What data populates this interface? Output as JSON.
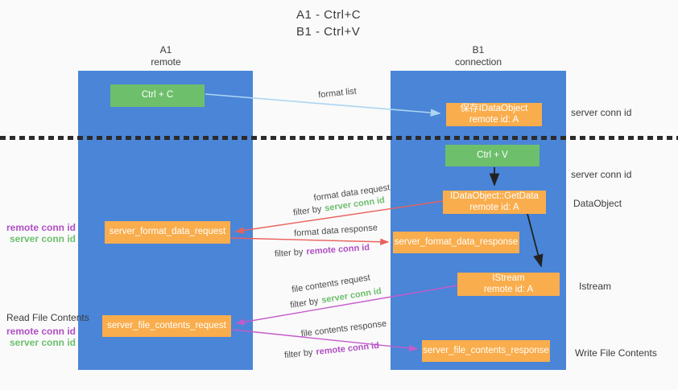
{
  "title": {
    "line1": "A1 - Ctrl+C",
    "line2": "B1 - Ctrl+V"
  },
  "lifelines": {
    "a1": {
      "name": "A1",
      "subtitle": "remote"
    },
    "b1": {
      "name": "B1",
      "subtitle": "connection"
    }
  },
  "boxes": {
    "ctrl_c": {
      "label": "Ctrl + C"
    },
    "save_dataobject": {
      "line1": "保存IDataObject",
      "line2": "remote id: A"
    },
    "ctrl_v": {
      "label": "Ctrl + V"
    },
    "getdata": {
      "line1": "IDataObject::GetData",
      "line2": "remote id: A"
    },
    "format_request": {
      "label": "server_format_data_request"
    },
    "format_response": {
      "label": "server_format_data_response"
    },
    "istream": {
      "line1": "IStream",
      "line2": "remote id: A"
    },
    "file_request": {
      "label": "server_file_contents_request"
    },
    "file_response": {
      "label": "server_file_contents_response"
    }
  },
  "arrow_labels": {
    "format_list": "format list",
    "format_data_request": "format data request",
    "format_data_response": "format data response",
    "file_contents_request": "file contents request",
    "file_contents_response": "file contents response",
    "filter_by": "filter by",
    "server_conn_id": "server conn id",
    "remote_conn_id": "remote conn id"
  },
  "side_labels": {
    "left_top": {
      "remote": "remote conn id",
      "server": "server conn id"
    },
    "read_file_contents": "Read File Contents",
    "left_bottom": {
      "remote": "remote conn id",
      "server": "server conn id"
    },
    "right_server_1": "server conn id",
    "right_server_2": "server conn id",
    "dataobject": "DataObject",
    "istream": "Istream",
    "write_file_contents": "Write File Contents"
  },
  "colors": {
    "lifeline_blue": "#4a85d8",
    "box_orange": "#f9ad4c",
    "box_green": "#6dbf6b",
    "arrow_lightblue": "#aed5f1",
    "arrow_red": "#e8615c",
    "arrow_purple": "#c45bcb",
    "arrow_black": "#222222",
    "label_green": "#6dbf6d",
    "label_purple": "#b14ec4",
    "bg": "#fafafa"
  }
}
